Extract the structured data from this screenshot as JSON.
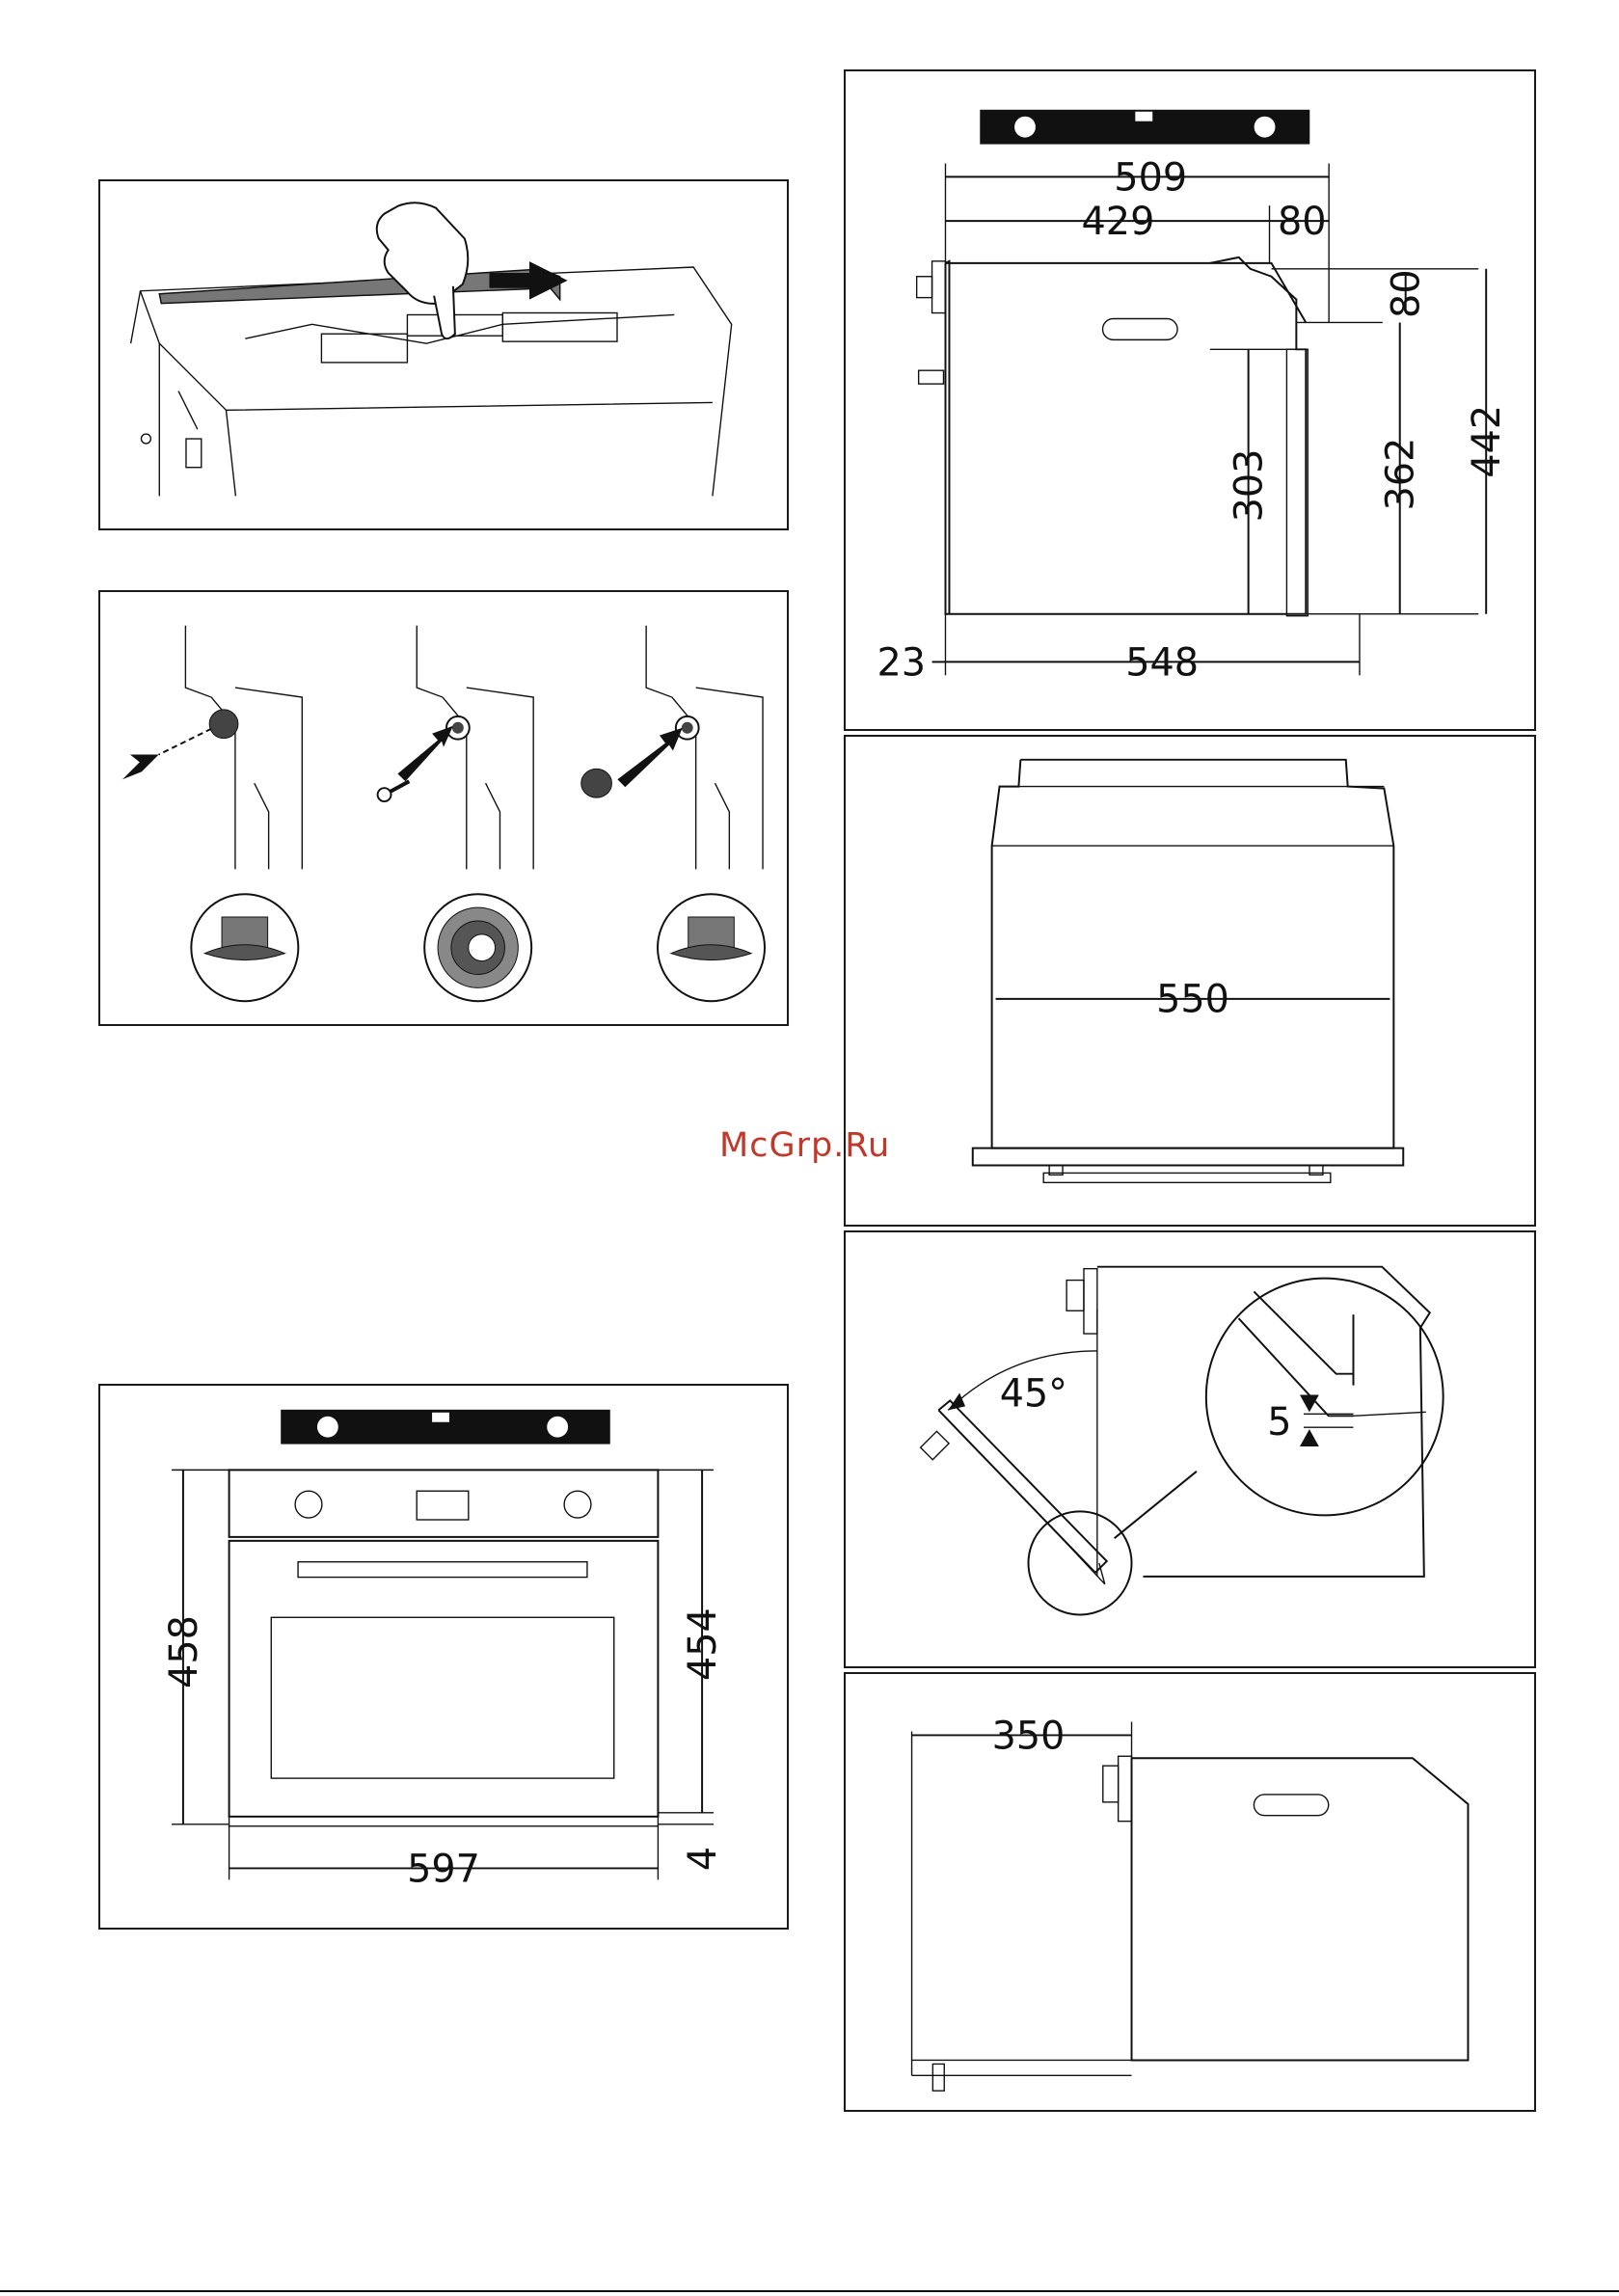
{
  "watermark": "McGrp.Ru",
  "colors": {
    "line": "#111111",
    "watermark": "#c0392b",
    "background": "#ffffff"
  },
  "icons": [
    "hand-pointer-icon",
    "arrow-right-icon",
    "spirit-level-icon",
    "screw-icon",
    "cap-icon"
  ],
  "side_dims": {
    "d509": "509",
    "d429": "429",
    "d80a": "80",
    "d80b": "80",
    "d303": "303",
    "d362": "362",
    "d442": "442",
    "d23": "23",
    "d548": "548"
  },
  "top_dims": {
    "d550": "550"
  },
  "tilt": {
    "angle": "45°",
    "gap": "5"
  },
  "depth": {
    "d350": "350"
  },
  "front_dims": {
    "d458": "458",
    "d454": "454",
    "d4": "4",
    "d597": "597"
  }
}
